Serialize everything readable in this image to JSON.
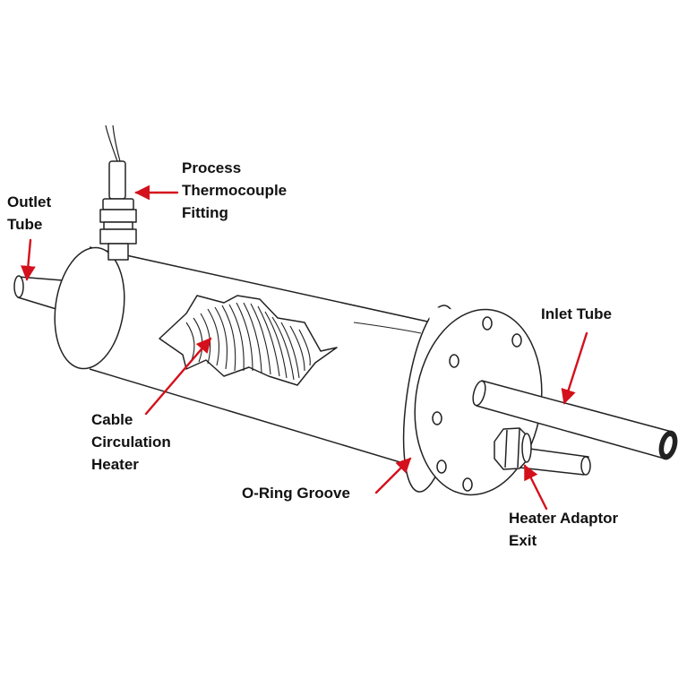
{
  "colors": {
    "arrow": "#d4101c",
    "outline": "#222222",
    "fill": "#ffffff"
  },
  "labels": {
    "thermocouple": [
      "Process",
      "Thermocouple",
      "Fitting"
    ],
    "outlet": [
      "Outlet",
      "Tube"
    ],
    "inlet": [
      "Inlet Tube"
    ],
    "heater": [
      "Cable",
      "Circulation",
      "Heater"
    ],
    "oring": [
      "O-Ring Groove"
    ],
    "adaptor": [
      "Heater Adaptor",
      "Exit"
    ]
  }
}
